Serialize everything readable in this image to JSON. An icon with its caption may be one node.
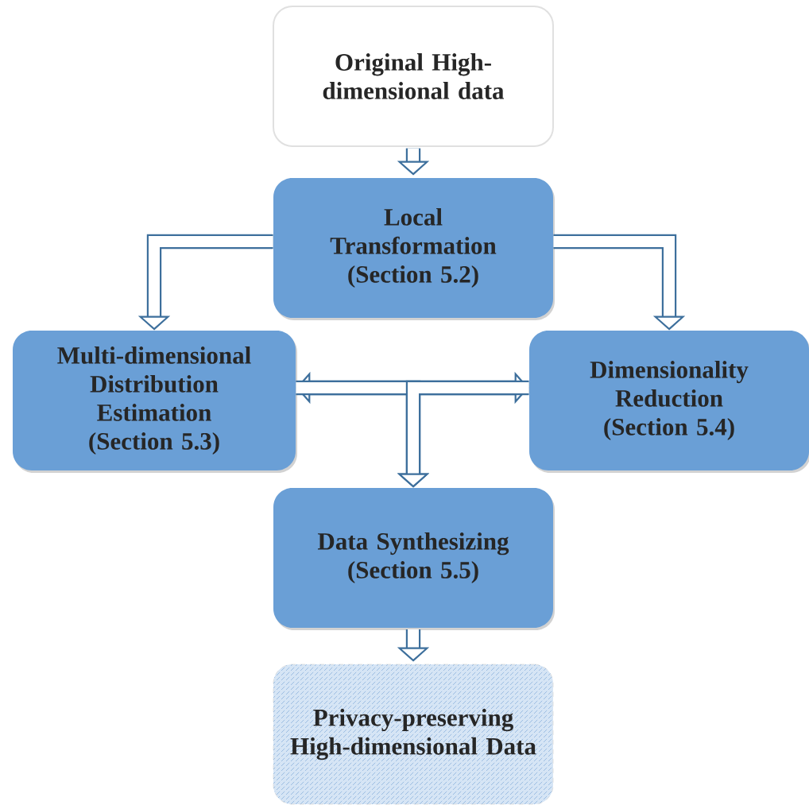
{
  "diagram": {
    "nodes": [
      {
        "text": [
          "Original High-dimensional data"
        ]
      },
      {
        "text": [
          "Local Transformation (Section 5.2)"
        ]
      },
      {
        "text": [
          "Multi-dimensional Distribution Estimation (Section 5.3)"
        ]
      },
      {
        "text": [
          "Dimensionality Reduction (Section 5.4)"
        ]
      },
      {
        "text": [
          "Data Synthesizing (Section 5.5)"
        ]
      },
      {
        "text": [
          "Privacy-preserving High-dimensional Data"
        ]
      }
    ],
    "edges": [
      {
        "from": 0,
        "to": 1,
        "arrow": "to"
      },
      {
        "from": 1,
        "to": 2,
        "arrow": "to"
      },
      {
        "from": 1,
        "to": 3,
        "arrow": "to"
      },
      {
        "from": 2,
        "to": 3,
        "arrow": "both"
      },
      {
        "from": 2,
        "to": 4,
        "arrow": "to"
      },
      {
        "from": 3,
        "to": 4,
        "arrow": "to"
      },
      {
        "from": 4,
        "to": 5,
        "arrow": "to"
      }
    ]
  }
}
